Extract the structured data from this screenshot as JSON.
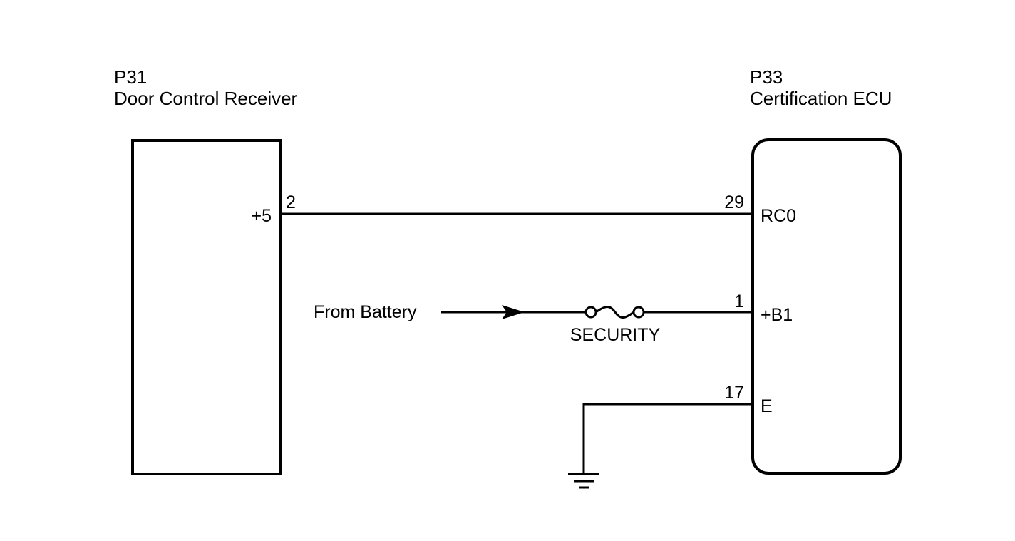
{
  "components": {
    "receiver": {
      "code": "P31",
      "name": "Door Control Receiver",
      "pin_label": "+5",
      "pin_number": "2"
    },
    "ecu": {
      "code": "P33",
      "name": "Certification ECU",
      "pins": [
        {
          "number": "29",
          "label": "RC0"
        },
        {
          "number": "1",
          "label": "+B1"
        },
        {
          "number": "17",
          "label": "E"
        }
      ]
    }
  },
  "power": {
    "source_label": "From Battery",
    "fuse_label": "SECURITY"
  },
  "colors": {
    "line": "#000000",
    "background": "#ffffff"
  }
}
